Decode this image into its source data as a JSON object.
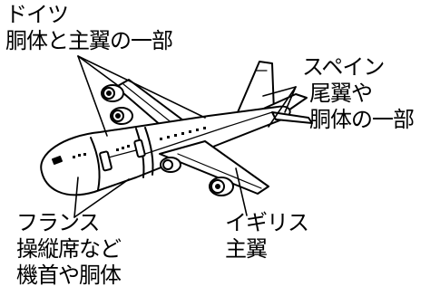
{
  "labels": {
    "germany": {
      "country": "ドイツ",
      "parts": [
        "胴体と主翼の一部"
      ]
    },
    "spain": {
      "country": "スペイン",
      "parts": [
        "尾翼や",
        "胴体の一部"
      ]
    },
    "france": {
      "country": "フランス",
      "parts": [
        "操縦席など",
        "機首や胴体"
      ]
    },
    "uk": {
      "country": "イギリス",
      "parts": [
        "主翼"
      ]
    }
  },
  "colors": {
    "ink": "#000000",
    "background": "#ffffff"
  }
}
